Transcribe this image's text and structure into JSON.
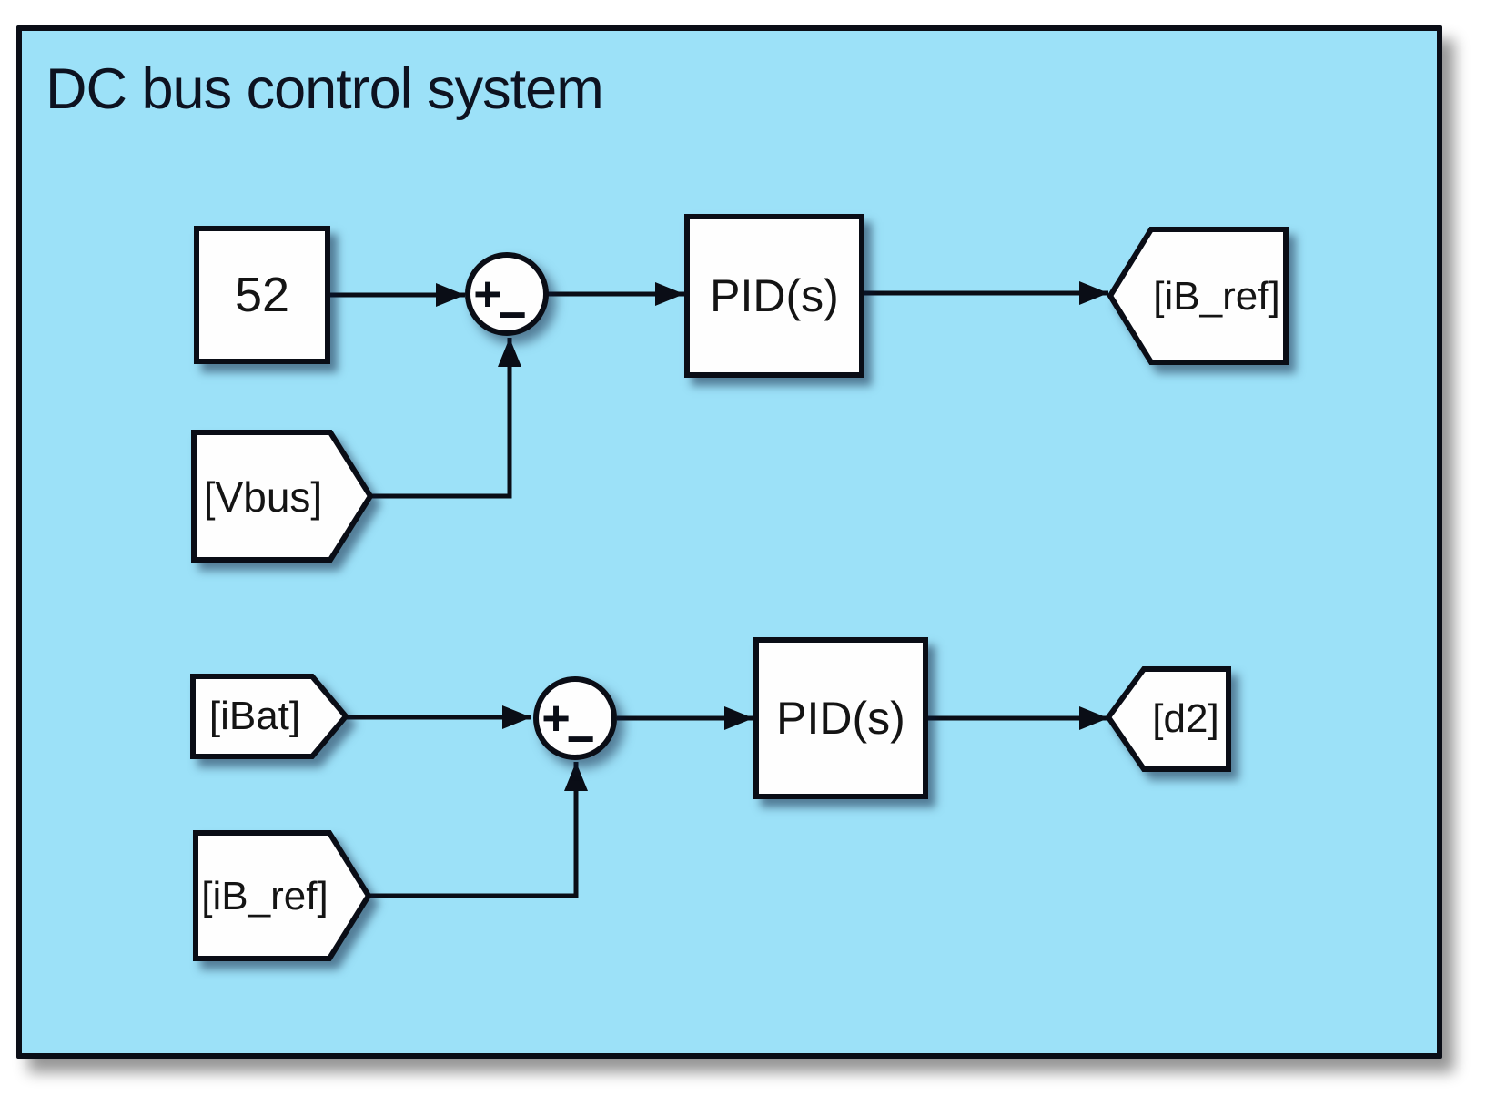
{
  "diagram": {
    "title": "DC bus control system",
    "colors": {
      "panel_bg": "#9CE1F8",
      "canvas_bg": "#FFFFFF",
      "block_fill": "#FEFEFE",
      "line_color": "#0A0D16"
    },
    "blocks": {
      "constant_52": {
        "label": "52"
      },
      "sum_top": {
        "plus": "+",
        "minus": "−"
      },
      "pid_top": {
        "label": "PID(s)"
      },
      "goto_ib_ref": {
        "label": "[iB_ref]"
      },
      "from_vbus": {
        "label": "[Vbus]"
      },
      "from_ibat": {
        "label": "[iBat]"
      },
      "sum_bottom": {
        "plus": "+",
        "minus": "−"
      },
      "pid_bottom": {
        "label": "PID(s)"
      },
      "goto_d2": {
        "label": "[d2]"
      },
      "from_ib_ref": {
        "label": "[iB_ref]"
      }
    }
  }
}
